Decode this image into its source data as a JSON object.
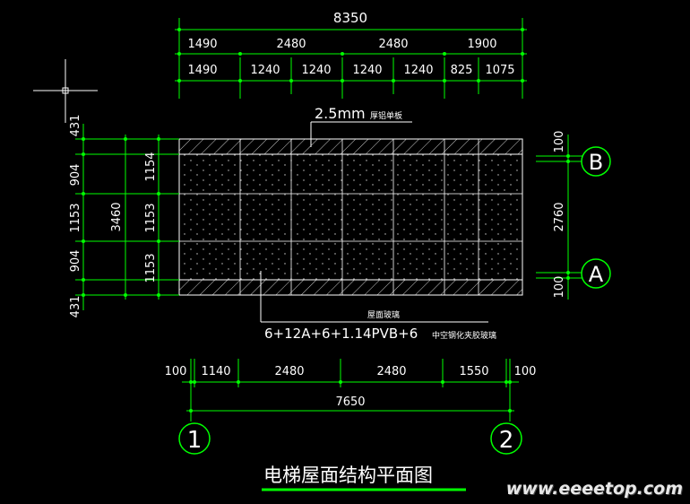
{
  "top_dims": {
    "total": "8350",
    "row1": [
      "1490",
      "2480",
      "2480",
      "1900"
    ],
    "row2": [
      "1490",
      "1240",
      "1240",
      "1240",
      "1240",
      "825",
      "1075"
    ]
  },
  "left_dims": {
    "outer": [
      "431",
      "904",
      "1153",
      "904",
      "431"
    ],
    "inner": [
      "1154",
      "1153",
      "1153"
    ],
    "total": "3460"
  },
  "right_dims": {
    "top_offset": "100",
    "span": "2760",
    "bottom_offset": "100"
  },
  "bottom_dims": {
    "row1": [
      "100",
      "1140",
      "2480",
      "2480",
      "1550",
      "100"
    ],
    "total": "7650"
  },
  "axes": {
    "horizontal": [
      "B",
      "A"
    ],
    "vertical": [
      "1",
      "2"
    ]
  },
  "annotations": {
    "top_label": "2.5mm",
    "top_label_suffix": "厚铝单板",
    "bottom_caption": "屋面玻璃",
    "bottom_label": "6+12A+6+1.14PVB+6",
    "bottom_label_suffix": "中空钢化夹胶玻璃"
  },
  "drawing_title": "电梯屋面结构平面图",
  "watermark": "www.eeeetop.com",
  "colors": {
    "background": "#000000",
    "dimension": "#00ff00",
    "geometry": "#ffffff",
    "title_underline": "#00ff00"
  }
}
